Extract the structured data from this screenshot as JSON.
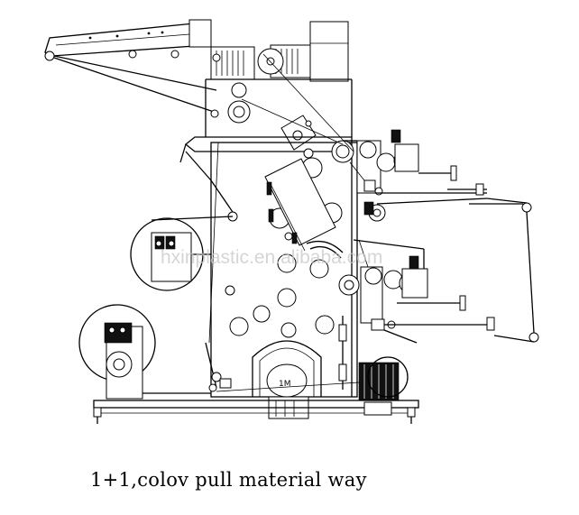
{
  "caption": "1+1,colov pull material way",
  "watermark": "hxinplastic.en.alibaba.com",
  "motor_label": "1M",
  "colors": {
    "line": "#000000",
    "background": "#ffffff",
    "watermark": "#c8c8c8"
  }
}
